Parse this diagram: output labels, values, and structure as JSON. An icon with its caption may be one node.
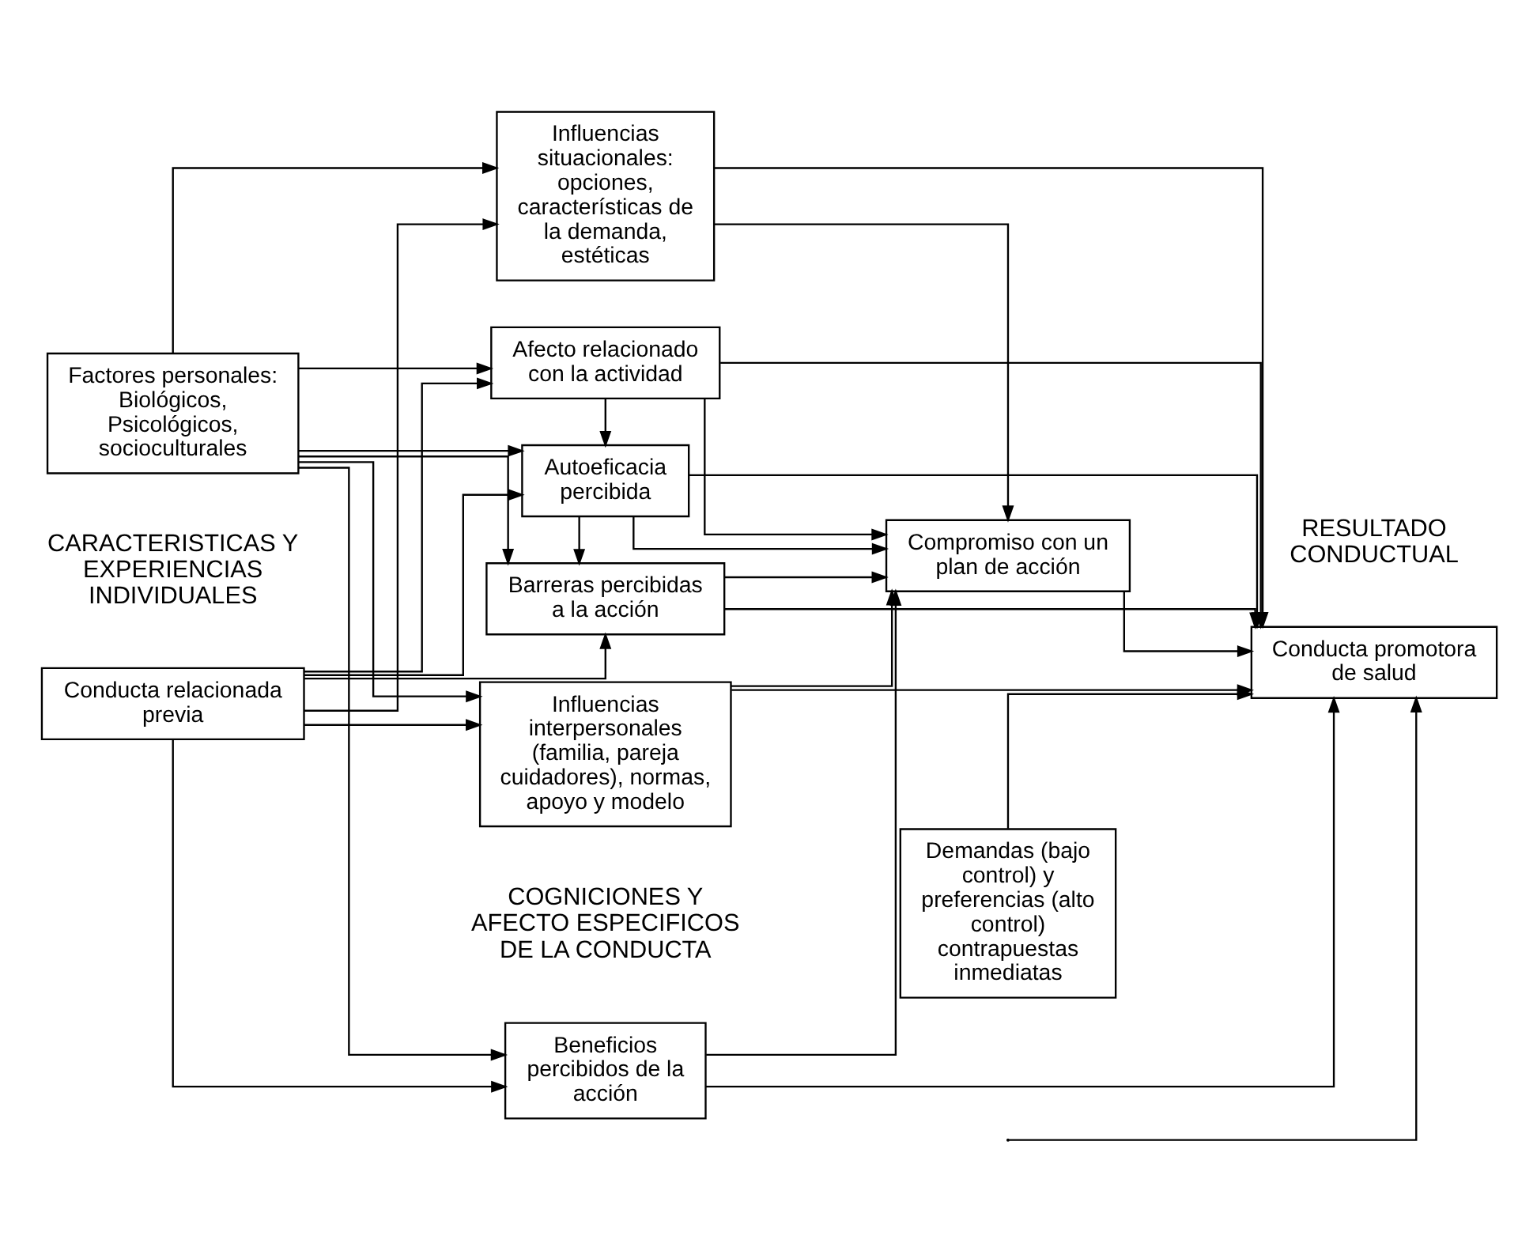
{
  "diagram": {
    "nodes": [
      {
        "text": [
          "Conducta relacionada previa"
        ]
      },
      {
        "text": [
          "Factores personales: Biológicos, Psicológicos, socioculturales"
        ]
      },
      {
        "text": [
          "Beneficios percibidos de la acción"
        ]
      },
      {
        "text": [
          "Barreras percibidas a la acción"
        ]
      },
      {
        "text": [
          "Autoeficacia percibida"
        ]
      },
      {
        "text": [
          "Afecto relacionado con la actividad"
        ]
      },
      {
        "text": [
          "Influencias interpersonales (familia, pareja cuidadores), normas, apoyo y modelo"
        ]
      },
      {
        "text": [
          "Influencias situacionales: opciones, características de la demanda, estéticas"
        ]
      },
      {
        "text": [
          "Demandas (bajo control) y preferencias (alto control) contrapuestas inmediatas"
        ]
      },
      {
        "text": [
          "Compromiso con un plan de acción"
        ]
      },
      {
        "text": [
          "Conducta promotora de salud"
        ]
      }
    ],
    "edges": [
      {
        "from": 0,
        "to": 2,
        "arrow": "to"
      },
      {
        "from": 0,
        "to": 3,
        "arrow": "to"
      },
      {
        "from": 0,
        "to": 4,
        "arrow": "to"
      },
      {
        "from": 0,
        "to": 5,
        "arrow": "to"
      },
      {
        "from": 0,
        "to": 6,
        "arrow": "to"
      },
      {
        "from": 0,
        "to": 7,
        "arrow": "to"
      },
      {
        "from": 1,
        "to": 2,
        "arrow": "to"
      },
      {
        "from": 1,
        "to": 3,
        "arrow": "to"
      },
      {
        "from": 1,
        "to": 4,
        "arrow": "to"
      },
      {
        "from": 1,
        "to": 5,
        "arrow": "to"
      },
      {
        "from": 1,
        "to": 6,
        "arrow": "to"
      },
      {
        "from": 1,
        "to": 7,
        "arrow": "to"
      },
      {
        "from": 5,
        "to": 4,
        "arrow": "to"
      },
      {
        "from": 4,
        "to": 3,
        "arrow": "to"
      },
      {
        "from": 2,
        "to": 10,
        "arrow": "to"
      },
      {
        "from": 3,
        "to": 10,
        "arrow": "to"
      },
      {
        "from": 4,
        "to": 10,
        "arrow": "to"
      },
      {
        "from": 5,
        "to": 10,
        "arrow": "to"
      },
      {
        "from": 2,
        "to": 9,
        "arrow": "to"
      },
      {
        "from": 3,
        "to": 9,
        "arrow": "to"
      },
      {
        "from": 4,
        "to": 9,
        "arrow": "to"
      },
      {
        "from": 5,
        "to": 9,
        "arrow": "to"
      },
      {
        "from": 6,
        "to": 9,
        "arrow": "to"
      },
      {
        "from": 7,
        "to": 9,
        "arrow": "to"
      },
      {
        "from": 6,
        "to": 10,
        "arrow": "to"
      },
      {
        "from": 7,
        "to": 10,
        "arrow": "to"
      },
      {
        "from": 8,
        "to": 10,
        "arrow": "to"
      },
      {
        "from": 9,
        "to": 10,
        "arrow": "to"
      },
      {
        "from": null,
        "to": 10,
        "arrow": "to"
      }
    ],
    "labels": [
      "CARACTERISTICAS Y EXPERIENCIAS INDIVIDUALES",
      "COGNICIONES Y AFECTO ESPECIFICOS DE LA CONDUCTA",
      "RESULTADO CONDUCTUAL"
    ]
  }
}
